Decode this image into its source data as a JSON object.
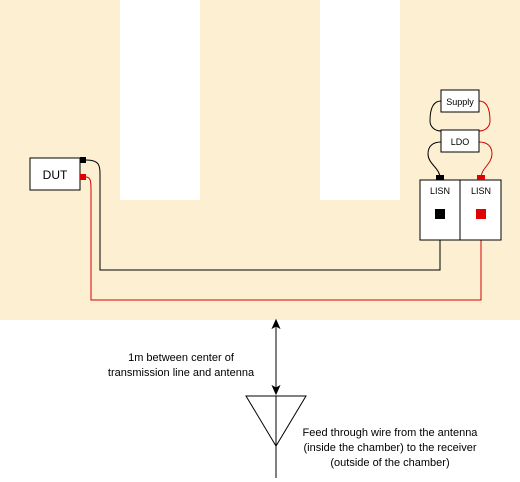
{
  "colors": {
    "chamber_fill": "#fdf0d2",
    "background": "#ffffff",
    "black_wire": "#000000",
    "red_wire": "#d40000",
    "box_stroke": "#000000",
    "black_terminal": "#000000",
    "red_terminal": "#e00000"
  },
  "labels": {
    "dut": "DUT",
    "supply": "Supply",
    "ldo": "LDO",
    "lisn_left": "LISN",
    "lisn_right": "LISN",
    "distance_line1": "1m between center of",
    "distance_line2": "transmission line and antenna",
    "feed_line1": "Feed through wire from the antenna",
    "feed_line2": "(inside the chamber) to the receiver",
    "feed_line3": "(outside of the chamber)"
  },
  "icons": {
    "antenna": "antenna-icon",
    "distance_arrow": "double-arrow-icon"
  }
}
